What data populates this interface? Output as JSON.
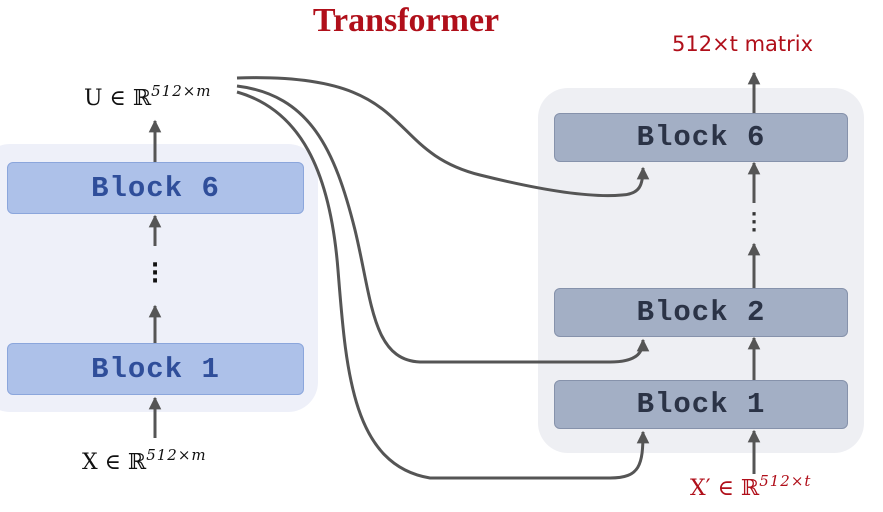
{
  "title": "Transformer",
  "encoder": {
    "blocks": [
      "Block 1",
      "Block 6"
    ],
    "input_label": "X ∈ ℝ",
    "input_sup": "512×m",
    "output_label": "U ∈ ℝ",
    "output_sup": "512×m"
  },
  "decoder": {
    "blocks": [
      "Block 1",
      "Block 2",
      "Block 6"
    ],
    "input_label": "X′ ∈ ℝ",
    "input_sup": "512×t",
    "output_label": "512×t matrix"
  },
  "colors": {
    "title": "#b00f1a",
    "encoder_block": "#adc1e9",
    "decoder_block": "#a3afc5",
    "encoder_text": "#2f4e9a",
    "decoder_text": "#2b3346",
    "arrow": "#555555"
  }
}
